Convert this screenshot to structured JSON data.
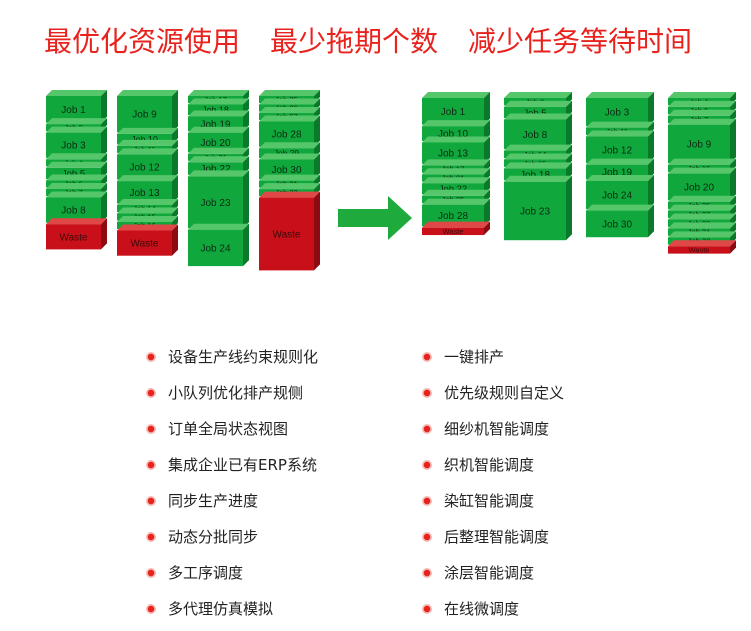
{
  "headline": {
    "parts": [
      "最优化资源使用",
      "最少拖期个数",
      "减少任务等待时间"
    ]
  },
  "colors": {
    "headline": "#e8231e",
    "job_green": "#10a83c",
    "job_green_top": "#55c66a",
    "job_green_side": "#0a7a2a",
    "waste_red": "#c9101a",
    "waste_red_top": "#e04848",
    "waste_red_side": "#8c0a10",
    "arrow": "#1faa3e",
    "bullet": "#e8231e"
  },
  "before": [
    {
      "blocks": [
        {
          "label": "Job 1",
          "units": 3.8
        },
        {
          "label": "Job 2",
          "units": 1
        },
        {
          "label": "Job 3",
          "units": 3.6
        },
        {
          "label": "Job 4",
          "units": 1
        },
        {
          "label": "Job 5",
          "units": 1.6
        },
        {
          "label": "Job 6",
          "units": 1
        },
        {
          "label": "Job 7",
          "units": 1
        },
        {
          "label": "Job 8",
          "units": 3.6
        },
        {
          "label": "Waste",
          "units": 3.6,
          "waste": true
        }
      ]
    },
    {
      "blocks": [
        {
          "label": "Job 9",
          "units": 5.2
        },
        {
          "label": "Job 10",
          "units": 1.5
        },
        {
          "label": "Job 11",
          "units": 1
        },
        {
          "label": "Job 12",
          "units": 3.6
        },
        {
          "label": "Job 13",
          "units": 3.2
        },
        {
          "label": "Job 14",
          "units": 1
        },
        {
          "label": "Job 15",
          "units": 1
        },
        {
          "label": "Job 16",
          "units": 1
        },
        {
          "label": "Waste",
          "units": 3.6,
          "waste": true
        }
      ]
    },
    {
      "blocks": [
        {
          "label": "Job 17",
          "units": 1
        },
        {
          "label": "Job 18",
          "units": 1.5
        },
        {
          "label": "Job 19",
          "units": 2.1
        },
        {
          "label": "Job 20",
          "units": 2.8
        },
        {
          "label": "Job 21",
          "units": 1
        },
        {
          "label": "Job 22",
          "units": 1.8
        },
        {
          "label": "Job 23",
          "units": 7.4
        },
        {
          "label": "Job 24",
          "units": 5.2
        }
      ]
    },
    {
      "blocks": [
        {
          "label": "Job 25",
          "units": 1
        },
        {
          "label": "Job 26",
          "units": 1
        },
        {
          "label": "Job 27",
          "units": 1
        },
        {
          "label": "Job 28",
          "units": 3.6
        },
        {
          "label": "Job 29",
          "units": 1.4
        },
        {
          "label": "Job 30",
          "units": 2.8
        },
        {
          "label": "Job 31",
          "units": 1
        },
        {
          "label": "Job 32",
          "units": 1
        },
        {
          "label": "Waste",
          "units": 10.4,
          "waste": true
        }
      ]
    }
  ],
  "after": [
    {
      "blocks": [
        {
          "label": "Job 1",
          "units": 3.6
        },
        {
          "label": "Job 10",
          "units": 2
        },
        {
          "label": "Job 13",
          "units": 2.9
        },
        {
          "label": "Job 17",
          "units": 1
        },
        {
          "label": "Job 21",
          "units": 1
        },
        {
          "label": "Job 22",
          "units": 1.5
        },
        {
          "label": "Job 25",
          "units": 1
        },
        {
          "label": "Job 28",
          "units": 2.9
        },
        {
          "label": "Waste",
          "units": 1,
          "waste": true
        }
      ]
    },
    {
      "blocks": [
        {
          "label": "Job 2",
          "units": 1
        },
        {
          "label": "Job 5",
          "units": 1.5
        },
        {
          "label": "Job 8",
          "units": 4
        },
        {
          "label": "Job 14",
          "units": 1
        },
        {
          "label": "Job 15",
          "units": 1
        },
        {
          "label": "Job 18",
          "units": 1.6
        },
        {
          "label": "Job 23",
          "units": 7.9
        }
      ]
    },
    {
      "blocks": [
        {
          "label": "Job 3",
          "units": 3.8
        },
        {
          "label": "Job 11",
          "units": 1
        },
        {
          "label": "Job 12",
          "units": 3.6
        },
        {
          "label": "Job 19",
          "units": 2
        },
        {
          "label": "Job 24",
          "units": 3.8
        },
        {
          "label": "Job 30",
          "units": 3.6
        }
      ]
    },
    {
      "blocks": [
        {
          "label": "Job 4",
          "units": 1
        },
        {
          "label": "Job 6",
          "units": 1
        },
        {
          "label": "Job 7",
          "units": 1
        },
        {
          "label": "Job 9",
          "units": 5.2
        },
        {
          "label": "Job 16",
          "units": 1
        },
        {
          "label": "Job 20",
          "units": 3.6
        },
        {
          "label": "Job 25",
          "units": 1
        },
        {
          "label": "Job 27",
          "units": 1
        },
        {
          "label": "Job 29",
          "units": 1
        },
        {
          "label": "Job 31",
          "units": 1
        },
        {
          "label": "Job 32",
          "units": 1
        },
        {
          "label": "Waste",
          "units": 1,
          "waste": true
        }
      ]
    }
  ],
  "features": {
    "left": [
      "设备生产线约束规则化",
      "小队列优化排产规侧",
      "订单全局状态视图",
      "集成企业已有ERP系统",
      "同步生产进度",
      "动态分批同步",
      "多工序调度",
      "多代理仿真模拟"
    ],
    "right": [
      "一键排产",
      "优先级规则自定义",
      "细纱机智能调度",
      "织机智能调度",
      "染缸智能调度",
      "后整理智能调度",
      "涂层智能调度",
      "在线微调度"
    ]
  }
}
